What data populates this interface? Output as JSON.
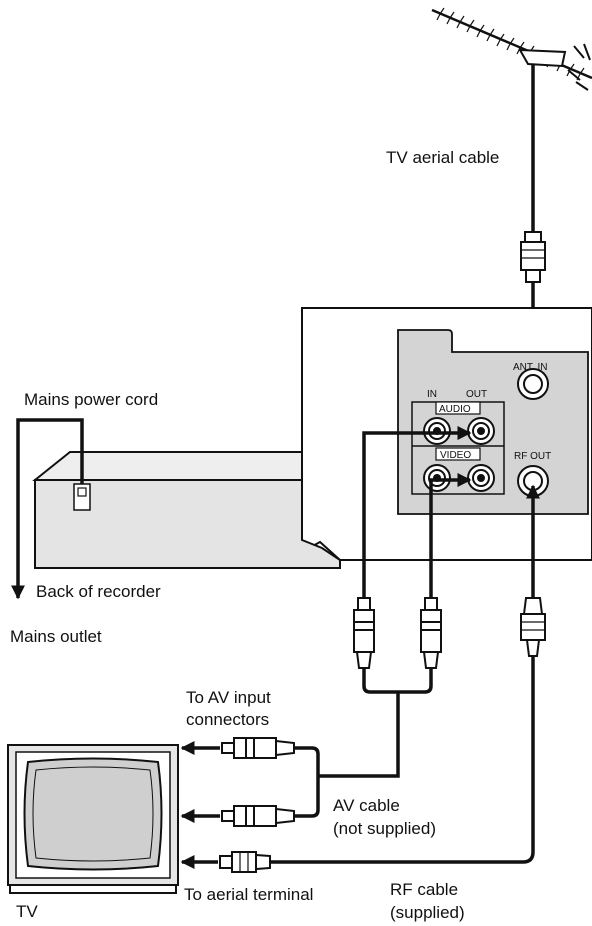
{
  "labels": {
    "tv_aerial_cable": "TV aerial cable",
    "mains_power_cord": "Mains power cord",
    "back_of_recorder": "Back of recorder",
    "mains_outlet": "Mains outlet",
    "to_av_input_line1": "To AV input",
    "to_av_input_line2": "connectors",
    "av_cable_line1": "AV cable",
    "av_cable_line2": "(not supplied)",
    "to_aerial_terminal": "To aerial terminal",
    "rf_cable_line1": "RF cable",
    "rf_cable_line2": "(supplied)",
    "tv": "TV"
  },
  "panel": {
    "ant_in": "ANT. IN",
    "in": "IN",
    "out": "OUT",
    "audio": "AUDIO",
    "video": "VIDEO",
    "rf_out": "RF OUT"
  },
  "colors": {
    "line": "#111111",
    "panel_fill": "#d4d4d4",
    "body_fill": "#e6e6e6",
    "screen_fill": "#cfcfcf"
  }
}
